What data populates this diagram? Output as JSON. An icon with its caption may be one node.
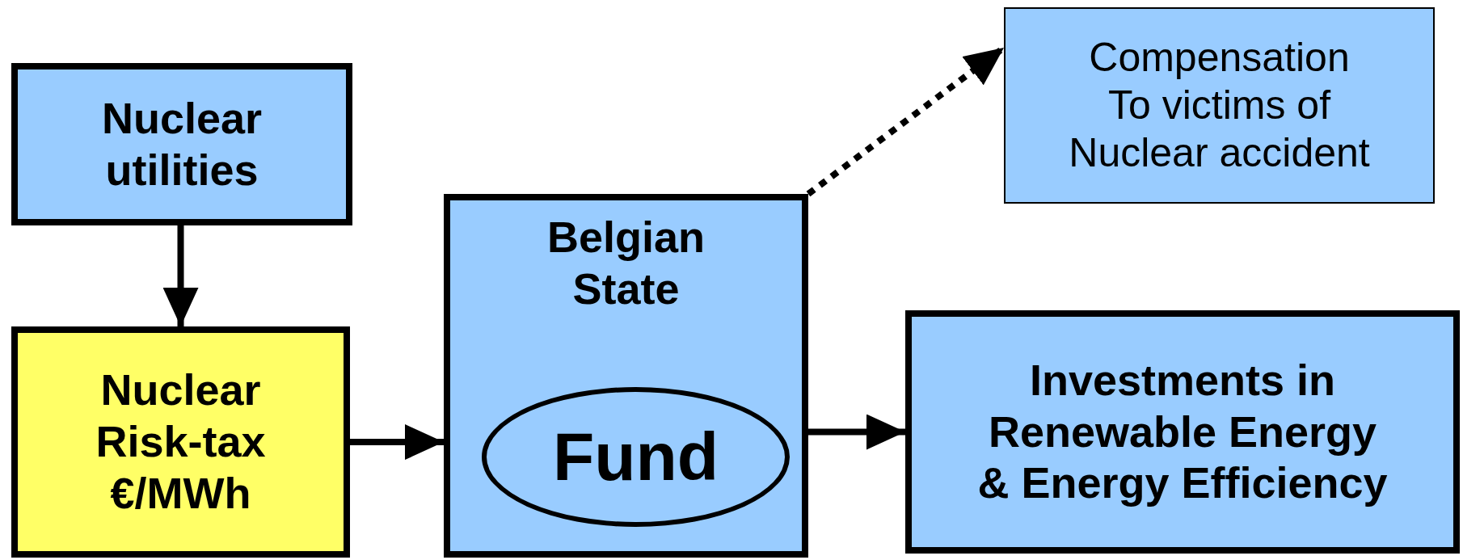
{
  "diagram": {
    "nodes": [
      {
        "text": [
          "Nuclear utilities"
        ]
      },
      {
        "text": [
          "Nuclear Risk-tax €/MWh"
        ]
      },
      {
        "text": [
          "Belgian State"
        ]
      },
      {
        "text": [
          "Fund"
        ],
        "in": 2
      },
      {
        "text": [
          "Compensation To victims of Nuclear accident"
        ]
      },
      {
        "text": [
          "Investments in Renewable Energy & Energy Efficiency"
        ]
      }
    ],
    "edges": [
      {
        "from": 0,
        "to": 1,
        "arrow": "to"
      },
      {
        "from": 1,
        "to": 2,
        "arrow": "to"
      },
      {
        "from": 2,
        "to": 5,
        "arrow": "to"
      },
      {
        "from": 2,
        "to": 4,
        "arrow": "to",
        "style": "dashed"
      }
    ]
  }
}
